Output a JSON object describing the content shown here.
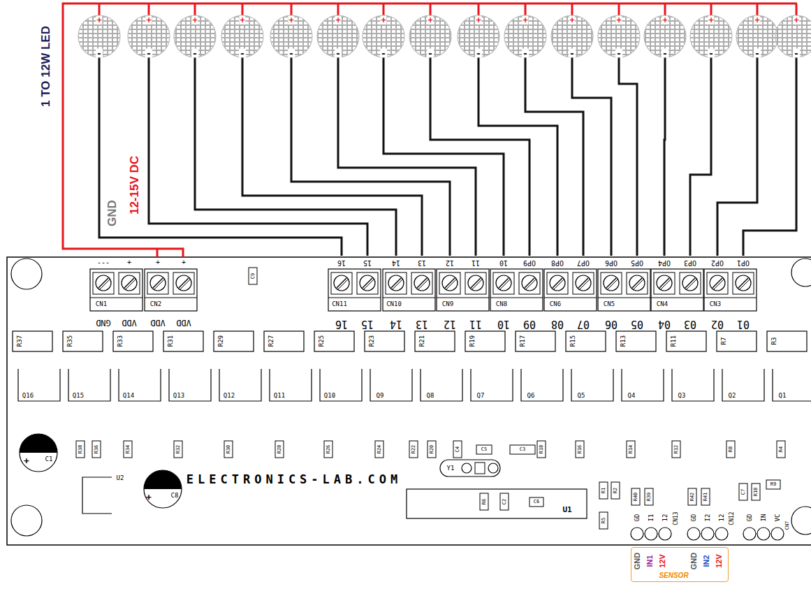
{
  "diagram": {
    "nodes": [
      {
        "text": [
          "GND",
          "IN1",
          "12V",
          "GND",
          "IN2",
          "12V",
          "SENSOR"
        ]
      }
    ],
    "labels": [
      "1 TO 12W LED",
      "GND",
      "12-15V DC",
      "+",
      "-",
      "+",
      "-",
      "+",
      "-",
      "+",
      "-",
      "+",
      "-",
      "+",
      "-",
      "+",
      "-",
      "+",
      "-",
      "+",
      "-",
      "+",
      "-",
      "+",
      "-",
      "+",
      "-",
      "+",
      "-",
      "+",
      "-",
      "+",
      "-",
      "+",
      "-",
      "---",
      "+",
      "+",
      "+",
      "CN1",
      "CN2",
      "GND",
      "VDD",
      "VDD",
      "VDD",
      "16",
      "15",
      "14",
      "13",
      "12",
      "11",
      "10",
      "OP9",
      "OP8",
      "OP7",
      "OP6",
      "OP5",
      "OP4",
      "OP3",
      "OP2",
      "OP1",
      "CN11",
      "CN10",
      "CN9",
      "CN8",
      "CN6",
      "CN5",
      "CN4",
      "CN3",
      "16",
      "15",
      "14",
      "13",
      "12",
      "11",
      "10",
      "09",
      "08",
      "07",
      "06",
      "05",
      "04",
      "03",
      "02",
      "01",
      "R37",
      "R35",
      "R33",
      "R31",
      "R29",
      "R27",
      "R25",
      "R23",
      "R21",
      "R19",
      "R17",
      "R15",
      "R13",
      "R11",
      "R7",
      "R3",
      "Q16",
      "Q15",
      "Q14",
      "Q13",
      "Q12",
      "Q11",
      "Q10",
      "Q9",
      "Q8",
      "Q7",
      "Q6",
      "Q5",
      "Q4",
      "Q3",
      "Q2",
      "Q1",
      "R38",
      "R36",
      "R34",
      "R32",
      "R30",
      "R28",
      "R26",
      "R24",
      "R22",
      "R20",
      "C4",
      "C5",
      "C3",
      "R18",
      "R16",
      "R14",
      "R12",
      "R8",
      "R4",
      "+",
      "C1",
      "U2",
      "+",
      "C8",
      "C9",
      "ELECTRONICS-LAB.COM",
      "Y1",
      "R6",
      "C2",
      "C6",
      "U1",
      "R1",
      "R2",
      "R5",
      "R40",
      "R39",
      "GD",
      "I1",
      "12",
      "CN13",
      "R42",
      "R41",
      "GD",
      "I2",
      "12",
      "CN12",
      "C7",
      "R10",
      "R9",
      "GD",
      "IN",
      "VC",
      "CN7"
    ]
  }
}
